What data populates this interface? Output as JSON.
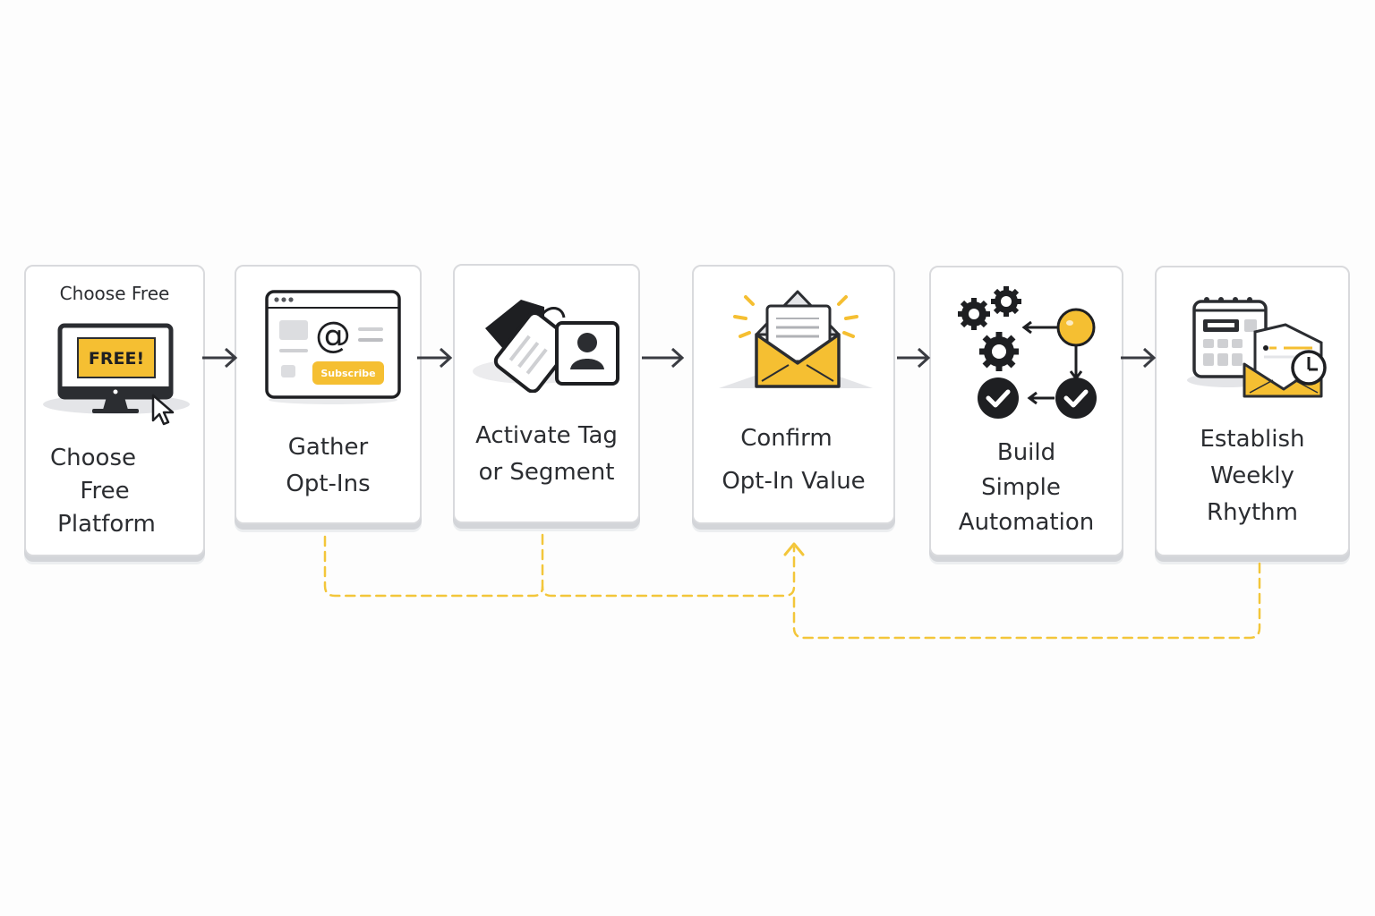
{
  "diagram": {
    "type": "process-flow",
    "accent_color": "#f5bf32",
    "ink_color": "#2b2d31",
    "steps": [
      {
        "id": 1,
        "top_caption": "Choose Free",
        "label_lines": [
          "Choose",
          "Free",
          "Platform"
        ],
        "icon": "monitor-free-icon",
        "icon_text": "FREE!"
      },
      {
        "id": 2,
        "label_lines": [
          "Gather",
          "Opt-Ins"
        ],
        "icon": "browser-subscribe-form-icon",
        "icon_text": "Subscribe",
        "at_symbol": "@"
      },
      {
        "id": 3,
        "label_lines": [
          "Activate Tag",
          "or Segment"
        ],
        "icon": "tags-contact-icon"
      },
      {
        "id": 4,
        "label_lines": [
          "Confirm",
          "Opt-In Value"
        ],
        "icon": "open-envelope-icon"
      },
      {
        "id": 5,
        "label_lines": [
          "Build",
          "Simple",
          "Automation"
        ],
        "icon": "automation-gears-icon"
      },
      {
        "id": 6,
        "label_lines": [
          "Establish",
          "Weekly",
          "Rhythm"
        ],
        "icon": "calendar-email-clock-icon"
      }
    ],
    "flow_arrows": [
      {
        "from": 1,
        "to": 2
      },
      {
        "from": 2,
        "to": 3
      },
      {
        "from": 3,
        "to": 4
      },
      {
        "from": 4,
        "to": 5
      },
      {
        "from": 5,
        "to": 6
      }
    ],
    "feedback_loops": [
      {
        "from": 2,
        "to": 4,
        "style": "dashed"
      },
      {
        "from": 3,
        "to": 4,
        "style": "dashed"
      },
      {
        "from": 6,
        "to": 4,
        "style": "dashed"
      }
    ]
  }
}
